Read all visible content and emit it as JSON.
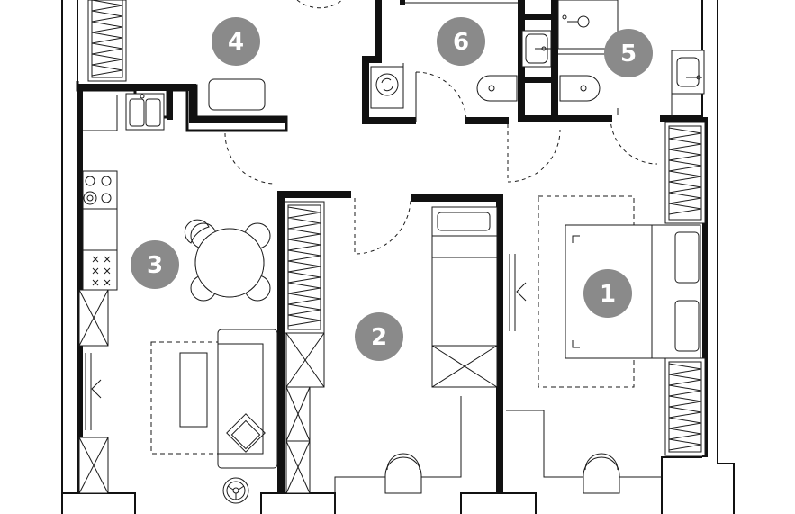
{
  "rooms": [
    {
      "id": "room-1",
      "label": "1"
    },
    {
      "id": "room-2",
      "label": "2"
    },
    {
      "id": "room-3",
      "label": "3"
    },
    {
      "id": "room-4",
      "label": "4"
    },
    {
      "id": "room-5",
      "label": "5"
    },
    {
      "id": "room-6",
      "label": "6"
    }
  ],
  "colors": {
    "wall": "#111111",
    "badge": "#8a8a8a",
    "badge_text": "#ffffff",
    "background": "#ffffff"
  }
}
